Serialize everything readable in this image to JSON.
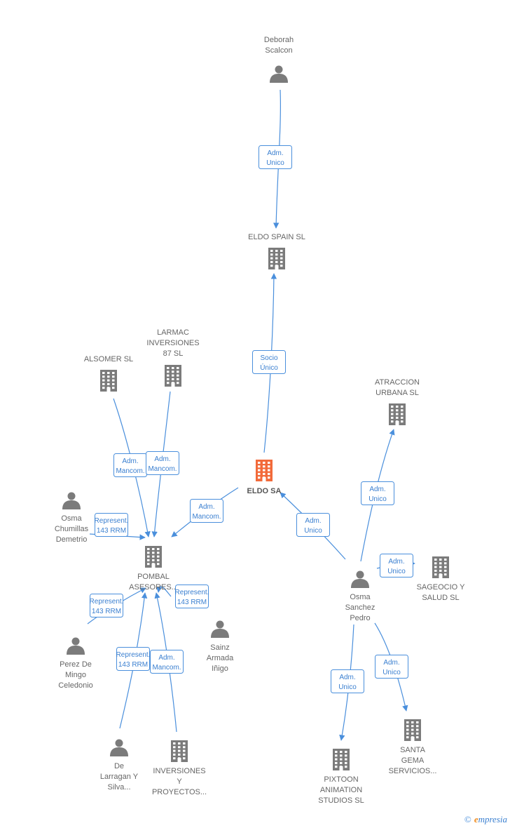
{
  "colors": {
    "node": "#7b7b7b",
    "main_node": "#f26a3a",
    "edge": "#4a8fdc"
  },
  "nodes": [
    {
      "id": "deborah",
      "type": "person",
      "label": [
        "Deborah",
        "Scalcon"
      ]
    },
    {
      "id": "eldo_spain",
      "type": "company",
      "label": [
        "ELDO SPAIN SL"
      ]
    },
    {
      "id": "larmac",
      "type": "company",
      "label": [
        "LARMAC",
        "INVERSIONES",
        "87  SL"
      ]
    },
    {
      "id": "alsomer",
      "type": "company",
      "label": [
        "ALSOMER SL"
      ]
    },
    {
      "id": "atraccion",
      "type": "company",
      "label": [
        "ATRACCION",
        "URBANA  SL"
      ]
    },
    {
      "id": "eldo",
      "type": "company",
      "main": true,
      "label": [
        "ELDO SA"
      ]
    },
    {
      "id": "osma_ch",
      "type": "person",
      "label": [
        "Osma",
        "Chumillas",
        "Demetrio"
      ]
    },
    {
      "id": "pombal",
      "type": "company",
      "label": [
        "POMBAL",
        "ASESORES..."
      ]
    },
    {
      "id": "osma_sp",
      "type": "person",
      "label": [
        "Osma",
        "Sanchez",
        "Pedro"
      ]
    },
    {
      "id": "sageocio",
      "type": "company",
      "label": [
        "SAGEOCIO Y",
        "SALUD SL"
      ]
    },
    {
      "id": "sainz",
      "type": "person",
      "label": [
        "Sainz",
        "Armada",
        "Iñigo"
      ]
    },
    {
      "id": "perez",
      "type": "person",
      "label": [
        "Perez De",
        "Mingo",
        "Celedonio"
      ]
    },
    {
      "id": "larragan",
      "type": "person",
      "label": [
        "De",
        "Larragan Y",
        "Silva..."
      ]
    },
    {
      "id": "inversiones",
      "type": "company",
      "label": [
        "INVERSIONES",
        "Y",
        "PROYECTOS..."
      ]
    },
    {
      "id": "pixtoon",
      "type": "company",
      "label": [
        "PIXTOON",
        "ANIMATION",
        "STUDIOS SL"
      ]
    },
    {
      "id": "santa",
      "type": "company",
      "label": [
        "SANTA",
        "GEMA",
        "SERVICIOS..."
      ]
    }
  ],
  "edges": [
    {
      "from": "deborah",
      "to": "eldo_spain",
      "label": [
        "Adm.",
        "Unico"
      ]
    },
    {
      "from": "eldo",
      "to": "eldo_spain",
      "label": [
        "Socio",
        "Único"
      ]
    },
    {
      "from": "alsomer",
      "to": "pombal",
      "label": [
        "Adm.",
        "Mancom."
      ]
    },
    {
      "from": "larmac",
      "to": "pombal",
      "label": [
        "Adm.",
        "Mancom."
      ]
    },
    {
      "from": "eldo",
      "to": "pombal",
      "label": [
        "Adm.",
        "Mancom."
      ]
    },
    {
      "from": "osma_ch",
      "to": "pombal",
      "label": [
        "Represent.",
        "143 RRM"
      ]
    },
    {
      "from": "osma_sp",
      "to": "eldo",
      "label": [
        "Adm.",
        "Unico"
      ]
    },
    {
      "from": "osma_sp",
      "to": "atraccion",
      "label": [
        "Adm.",
        "Unico"
      ]
    },
    {
      "from": "osma_sp",
      "to": "sageocio",
      "label": [
        "Adm.",
        "Unico"
      ]
    },
    {
      "from": "sainz",
      "to": "pombal",
      "label": [
        "Represent.",
        "143 RRM"
      ]
    },
    {
      "from": "perez",
      "to": "pombal",
      "label": [
        "Represent.",
        "143 RRM"
      ]
    },
    {
      "from": "larragan",
      "to": "pombal",
      "label": [
        "Represent.",
        "143 RRM"
      ]
    },
    {
      "from": "inversiones",
      "to": "pombal",
      "label": [
        "Adm.",
        "Mancom."
      ]
    },
    {
      "from": "osma_sp",
      "to": "pixtoon",
      "label": [
        "Adm.",
        "Unico"
      ]
    },
    {
      "from": "osma_sp",
      "to": "santa",
      "label": [
        "Adm.",
        "Unico"
      ]
    }
  ],
  "brand": {
    "copyright": "©",
    "first_letter": "e",
    "rest": "mpresia"
  }
}
